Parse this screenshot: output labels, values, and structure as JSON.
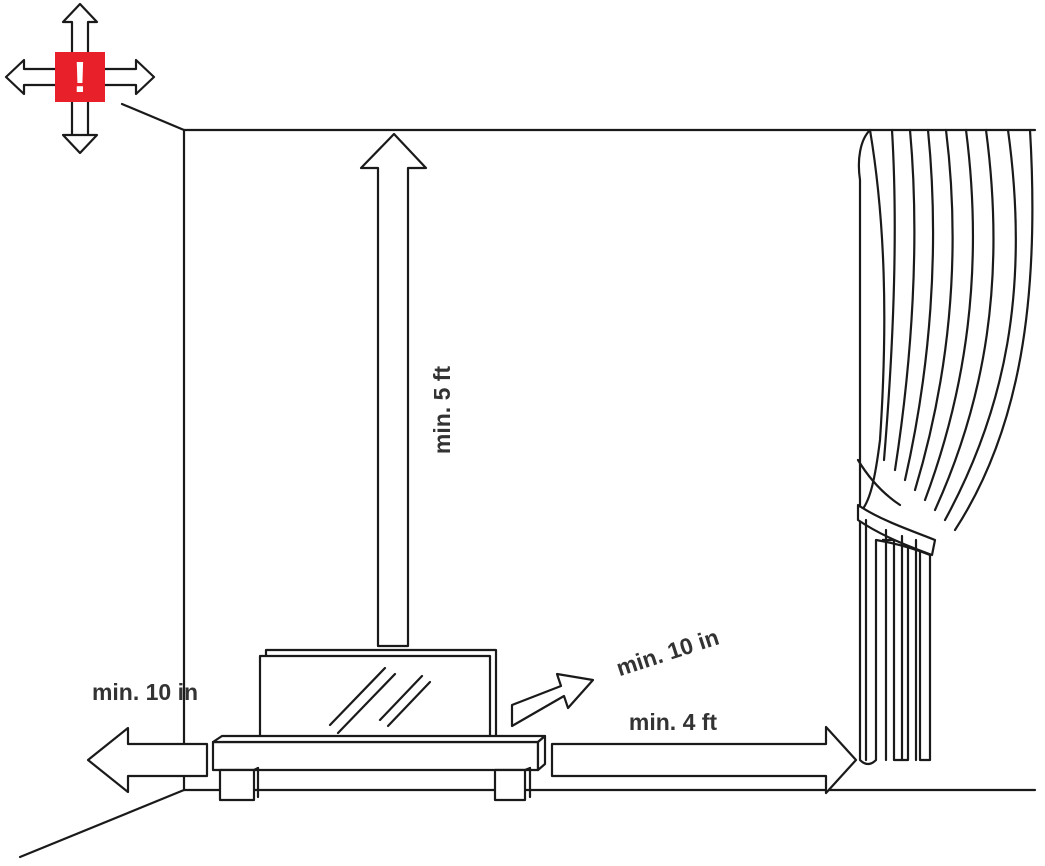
{
  "diagram": {
    "labels": {
      "top_clearance": "min. 5 ft",
      "right_clearance": "min. 10 in",
      "left_clearance": "min. 10 in",
      "front_clearance": "min. 4 ft"
    },
    "warning_icon": {
      "symbol": "!",
      "color": "#e8202a",
      "icon_name": "caution-exclamation-icon"
    }
  }
}
